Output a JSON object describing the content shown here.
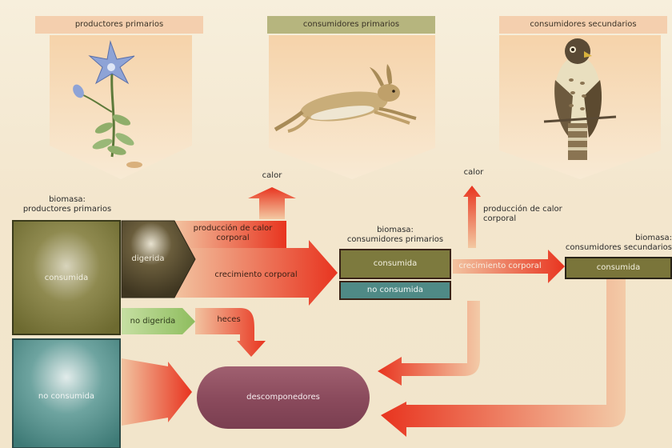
{
  "headers": {
    "producers": "productores primarios",
    "primary_consumers": "consumidores primarios",
    "secondary_consumers": "consumidores secundarios"
  },
  "labels": {
    "calor_left": "calor",
    "calor_right": "calor",
    "biomasa_producers_1": "biomasa:",
    "biomasa_producers_2": "productores primarios",
    "biomasa_primary_1": "biomasa:",
    "biomasa_primary_2": "consumidores primarios",
    "biomasa_secondary_1": "biomasa:",
    "biomasa_secondary_2": "consumidores secundarios",
    "consumida_big": "consumida",
    "no_consumida_big": "no consumida",
    "digerida": "digerida",
    "no_digerida": "no digerida",
    "produccion_calor_left_1": "producción de calor",
    "produccion_calor_left_2": "corporal",
    "produccion_calor_right_1": "producción de calor",
    "produccion_calor_right_2": "corporal",
    "crecimiento_left": "crecimiento corporal",
    "crecimiento_right": "crecimiento corporal",
    "heces": "heces",
    "consumida_primary": "consumida",
    "no_consumida_primary": "no consumida",
    "consumida_secondary": "consumida",
    "descomponedores": "descomponedores"
  },
  "colors": {
    "olive": "#7f7a3a",
    "teal": "#4f8a86",
    "red_arrow": "#e8402a",
    "decomposer": "#8a4a5c"
  }
}
